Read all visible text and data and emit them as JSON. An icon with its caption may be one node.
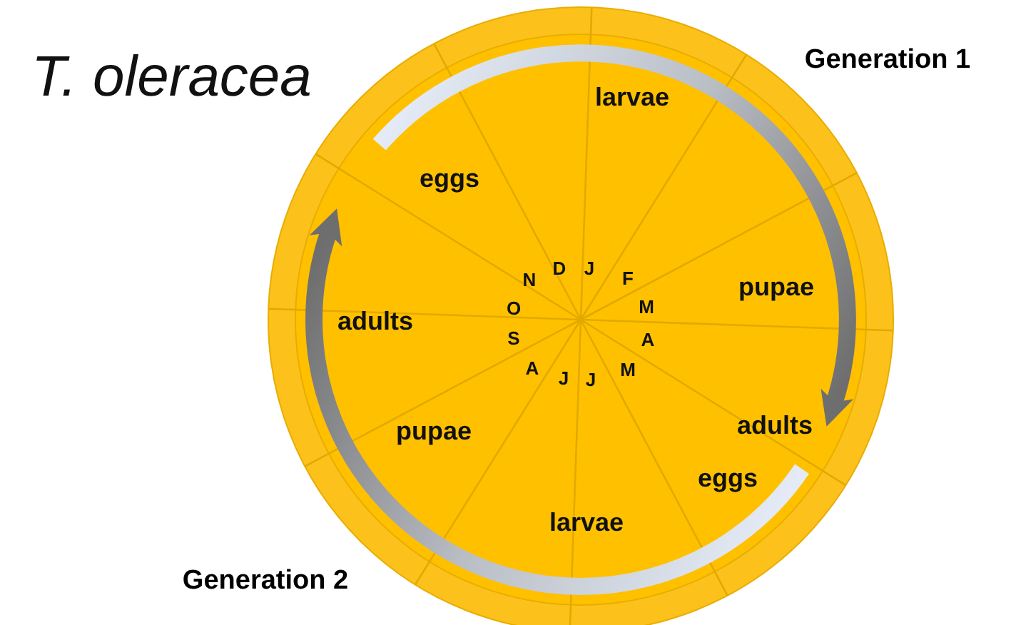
{
  "diagram": {
    "title": "T. oleracea",
    "nodes": [
      {
        "text": [
          "eggs"
        ]
      },
      {
        "text": [
          "larvae"
        ]
      },
      {
        "text": [
          "pupae"
        ]
      },
      {
        "text": [
          "adults"
        ]
      },
      {
        "text": [
          "eggs"
        ]
      },
      {
        "text": [
          "larvae"
        ]
      },
      {
        "text": [
          "pupae"
        ]
      },
      {
        "text": [
          "adults"
        ]
      }
    ],
    "labels": [
      "Generation 1",
      "D",
      "J",
      "F",
      "M",
      "A",
      "M",
      "J",
      "J",
      "A",
      "S",
      "O",
      "N",
      "Generation 2"
    ]
  }
}
